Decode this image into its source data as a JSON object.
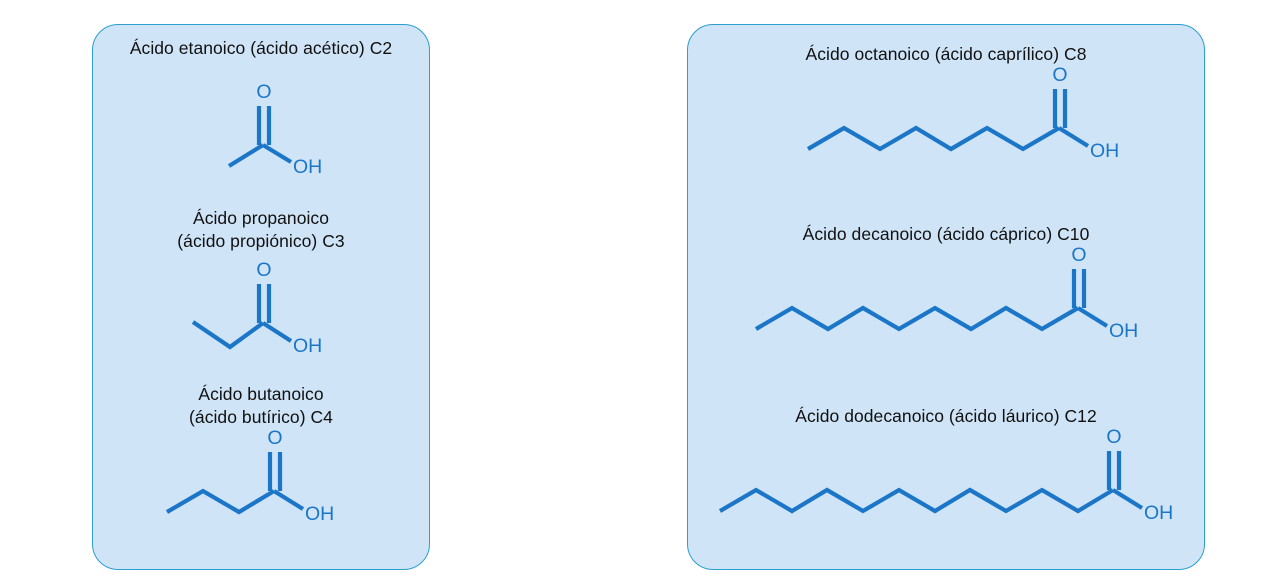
{
  "figure": {
    "description": "Estructuras de acidos grasos de cadena corta y media",
    "panel_fill_color": "#cfe4f7",
    "panel_border_color": "#2a9fd0",
    "bond_color": "#1c76c8",
    "label_color": "#1c76c8",
    "title_color": "#111111"
  },
  "panels": [
    {
      "name": "left-panel",
      "entries": [
        {
          "id": "c2",
          "title": "Ácido etanoico (ácido acético) C2",
          "carbons": 2,
          "carbonyl_label": "O",
          "hydroxyl_label": "OH"
        },
        {
          "id": "c3",
          "title": "Ácido propanoico\n(ácido propiónico) C3",
          "carbons": 3,
          "carbonyl_label": "O",
          "hydroxyl_label": "OH"
        },
        {
          "id": "c4",
          "title": "Ácido butanoico\n(ácido butírico) C4",
          "carbons": 4,
          "carbonyl_label": "O",
          "hydroxyl_label": "OH"
        }
      ]
    },
    {
      "name": "right-panel",
      "entries": [
        {
          "id": "c8",
          "title": "Ácido octanoico (ácido caprílico) C8",
          "carbons": 8,
          "carbonyl_label": "O",
          "hydroxyl_label": "OH"
        },
        {
          "id": "c10",
          "title": "Ácido decanoico (ácido cáprico) C10",
          "carbons": 10,
          "carbonyl_label": "O",
          "hydroxyl_label": "OH"
        },
        {
          "id": "c12",
          "title": "Ácido dodecanoico (ácido láurico) C12",
          "carbons": 12,
          "carbonyl_label": "O",
          "hydroxyl_label": "OH"
        }
      ]
    }
  ]
}
